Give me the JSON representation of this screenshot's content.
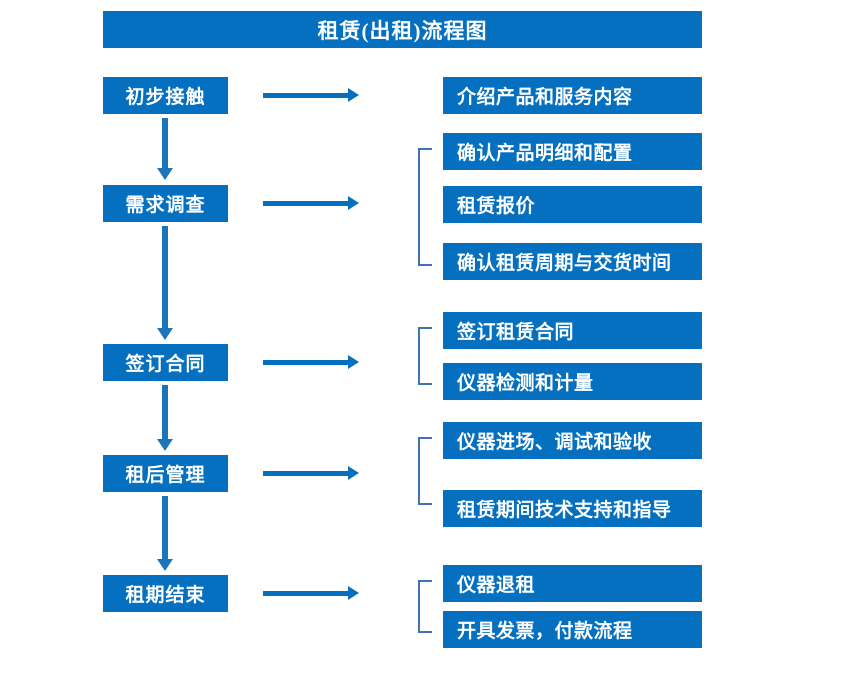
{
  "title": "租赁(出租)流程图",
  "colors": {
    "box_blue": "#0570c0",
    "arrow_blue": "#1b75bb",
    "bracket_blue": "#3d72b8",
    "text_white": "#ffffff",
    "background": "#ffffff"
  },
  "stages": [
    {
      "id": "initial-contact",
      "label": "初步接触"
    },
    {
      "id": "demand-survey",
      "label": "需求调查"
    },
    {
      "id": "sign-contract",
      "label": "签订合同"
    },
    {
      "id": "post-rent-mgmt",
      "label": "租后管理"
    },
    {
      "id": "lease-end",
      "label": "租期结束"
    }
  ],
  "tasks": [
    {
      "id": "task-1",
      "label": "介绍产品和服务内容"
    },
    {
      "id": "task-2",
      "label": "确认产品明细和配置"
    },
    {
      "id": "task-3",
      "label": "租赁报价"
    },
    {
      "id": "task-4",
      "label": "确认租赁周期与交货时间"
    },
    {
      "id": "task-5",
      "label": "签订租赁合同"
    },
    {
      "id": "task-6",
      "label": "仪器检测和计量"
    },
    {
      "id": "task-7",
      "label": "仪器进场、调试和验收"
    },
    {
      "id": "task-8",
      "label": "租赁期间技术支持和指导"
    },
    {
      "id": "task-9",
      "label": "仪器退租"
    },
    {
      "id": "task-10",
      "label": "开具发票，付款流程"
    }
  ]
}
